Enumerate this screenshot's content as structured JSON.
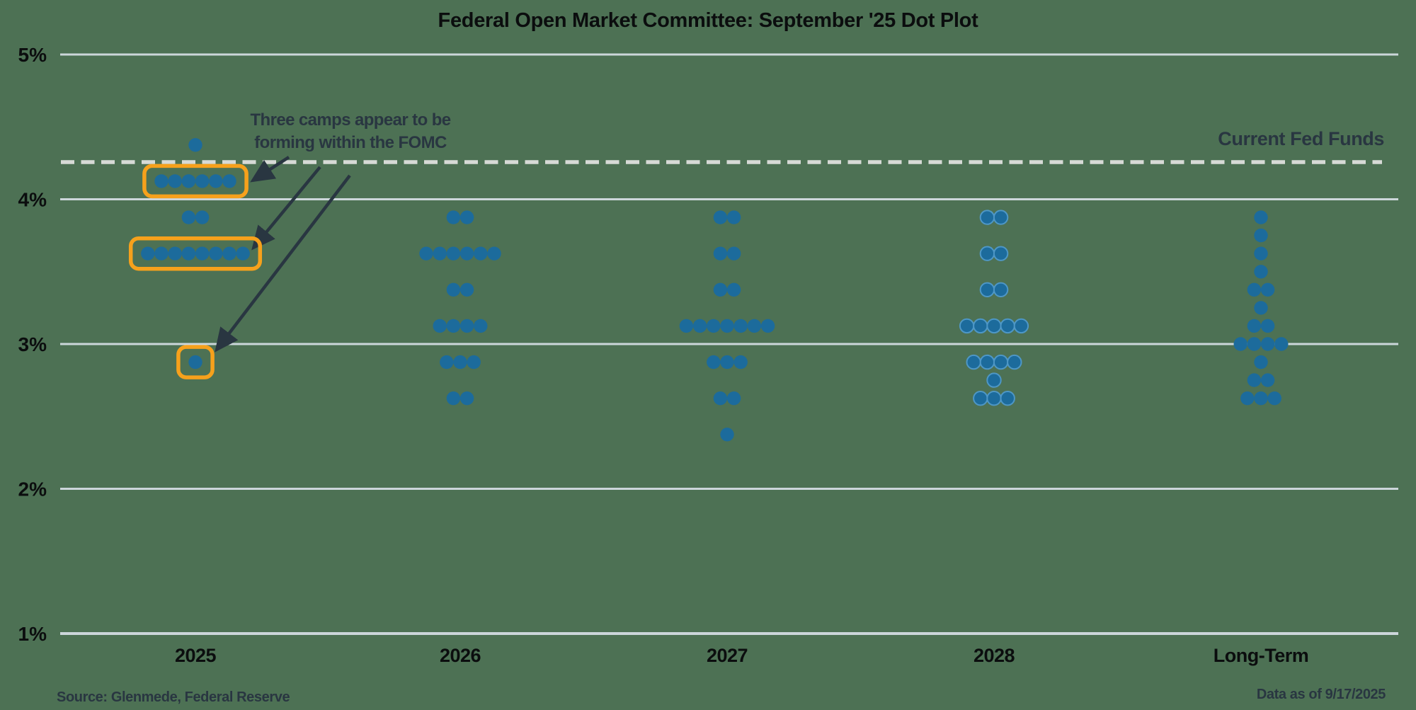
{
  "title": "Federal Open Market Committee: September '25 Dot Plot",
  "annotation": {
    "line1": "Three camps appear to be",
    "line2": "forming within the FOMC"
  },
  "current_fed_funds_label": "Current Fed Funds",
  "footer": {
    "source": "Source: Glenmede, Federal Reserve",
    "data_as_of": "Data as of 9/17/2025"
  },
  "colors": {
    "background": "#4d7154",
    "dot_blue": "#1c6b9c",
    "dot_ring": "#4e97c6",
    "highlight_orange": "#f6a11c",
    "gridline": "#ccd6da",
    "dashed_line": "#d7dad6",
    "navy_text": "#293641",
    "axis_text": "#0b0d0e"
  },
  "chart_data": {
    "type": "scatter",
    "subtype": "fed-dot-plot",
    "title": "Federal Open Market Committee: September '25 Dot Plot",
    "x_categories": [
      "2025",
      "2026",
      "2027",
      "2028",
      "Long-Term"
    ],
    "y_axis": {
      "ticks": [
        "5%",
        "4%",
        "3%",
        "2%",
        "1%"
      ],
      "tick_values": [
        5,
        4,
        3,
        2,
        1
      ],
      "min": 1,
      "max": 5,
      "unit": "percent"
    },
    "grid": true,
    "current_fed_funds_value": 4.25,
    "series": [
      {
        "category": "2025",
        "dots": [
          {
            "rate": 4.375,
            "count": 1
          },
          {
            "rate": 4.125,
            "count": 6,
            "highlighted": true
          },
          {
            "rate": 3.875,
            "count": 2
          },
          {
            "rate": 3.625,
            "count": 8,
            "highlighted": true
          },
          {
            "rate": 2.875,
            "count": 1,
            "highlighted": true
          }
        ]
      },
      {
        "category": "2026",
        "dots": [
          {
            "rate": 3.875,
            "count": 2
          },
          {
            "rate": 3.625,
            "count": 6
          },
          {
            "rate": 3.375,
            "count": 2
          },
          {
            "rate": 3.125,
            "count": 4
          },
          {
            "rate": 2.875,
            "count": 3
          },
          {
            "rate": 2.625,
            "count": 2
          }
        ]
      },
      {
        "category": "2027",
        "dots": [
          {
            "rate": 3.875,
            "count": 2
          },
          {
            "rate": 3.625,
            "count": 2
          },
          {
            "rate": 3.375,
            "count": 2
          },
          {
            "rate": 3.125,
            "count": 7
          },
          {
            "rate": 2.875,
            "count": 3
          },
          {
            "rate": 2.625,
            "count": 2
          },
          {
            "rate": 2.375,
            "count": 1
          }
        ]
      },
      {
        "category": "2028",
        "ring": true,
        "dots": [
          {
            "rate": 3.875,
            "count": 2
          },
          {
            "rate": 3.625,
            "count": 2
          },
          {
            "rate": 3.375,
            "count": 2
          },
          {
            "rate": 3.125,
            "count": 5
          },
          {
            "rate": 2.875,
            "count": 4
          },
          {
            "rate": 2.75,
            "count": 1
          },
          {
            "rate": 2.625,
            "count": 3
          }
        ]
      },
      {
        "category": "Long-Term",
        "dots": [
          {
            "rate": 3.875,
            "count": 1
          },
          {
            "rate": 3.75,
            "count": 1
          },
          {
            "rate": 3.625,
            "count": 1
          },
          {
            "rate": 3.5,
            "count": 1
          },
          {
            "rate": 3.375,
            "count": 2
          },
          {
            "rate": 3.25,
            "count": 1
          },
          {
            "rate": 3.125,
            "count": 2
          },
          {
            "rate": 3.0,
            "count": 4
          },
          {
            "rate": 2.875,
            "count": 1
          },
          {
            "rate": 2.75,
            "count": 2
          },
          {
            "rate": 2.625,
            "count": 3
          }
        ]
      }
    ]
  }
}
